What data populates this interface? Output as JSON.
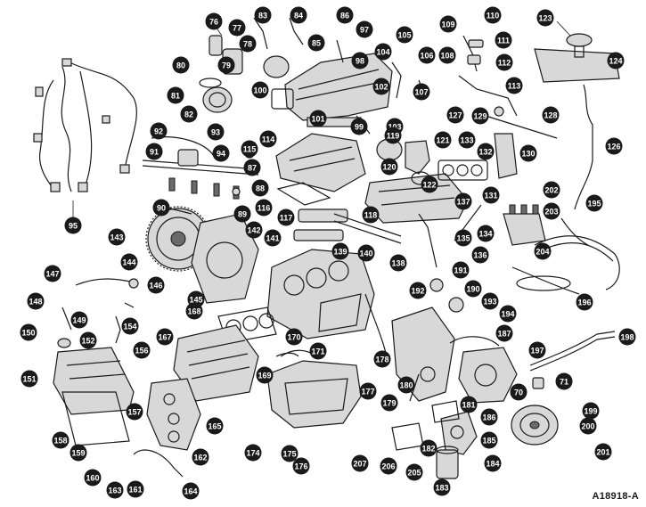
{
  "figure": {
    "reference_code": "A18918-A"
  },
  "callouts": [
    "76",
    "77",
    "78",
    "79",
    "80",
    "81",
    "82",
    "83",
    "84",
    "85",
    "86",
    "97",
    "98",
    "99",
    "100",
    "101",
    "102",
    "103",
    "104",
    "105",
    "106",
    "107",
    "108",
    "109",
    "110",
    "111",
    "112",
    "113",
    "114",
    "115",
    "116",
    "117",
    "118",
    "119",
    "120",
    "121",
    "122",
    "123",
    "124",
    "126",
    "127",
    "128",
    "129",
    "130",
    "131",
    "132",
    "133",
    "134",
    "135",
    "136",
    "137",
    "138",
    "139",
    "140",
    "141",
    "142",
    "143",
    "144",
    "145",
    "146",
    "147",
    "148",
    "149",
    "150",
    "151",
    "152",
    "154",
    "156",
    "157",
    "158",
    "159",
    "160",
    "161",
    "162",
    "163",
    "164",
    "165",
    "167",
    "168",
    "169",
    "170",
    "171",
    "174",
    "175",
    "176",
    "177",
    "178",
    "179",
    "180",
    "181",
    "182",
    "183",
    "184",
    "185",
    "186",
    "187",
    "190",
    "191",
    "192",
    "193",
    "194",
    "195",
    "196",
    "197",
    "198",
    "199",
    "200",
    "201",
    "202",
    "203",
    "204",
    "205",
    "206",
    "207",
    "87",
    "88",
    "89",
    "90",
    "91",
    "92",
    "93",
    "94",
    "95",
    "70",
    "71"
  ]
}
